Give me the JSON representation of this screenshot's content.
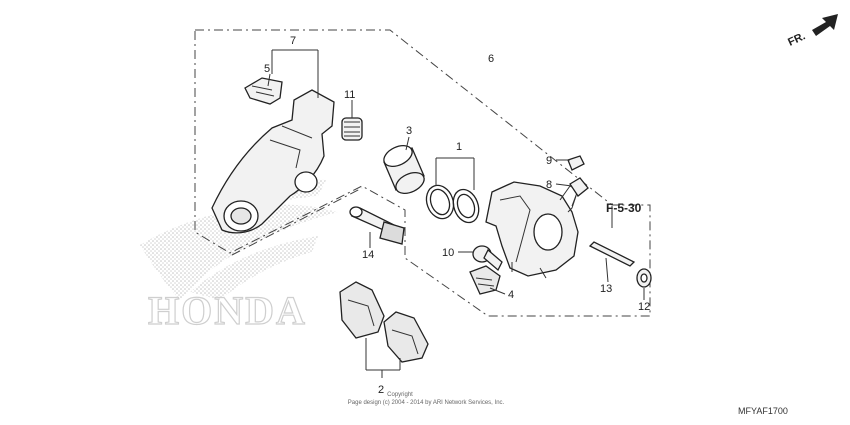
{
  "diagram": {
    "front_indicator": "FR.",
    "reference_page": "F-5-30",
    "diagram_code": "MFYAF1700",
    "watermark": "HONDA",
    "copyright_line_1": "Copyright",
    "copyright_line_2": "Page design (c) 2004 - 2014 by ARI Network Services, Inc.",
    "callouts": {
      "c1": "1",
      "c2": "2",
      "c3": "3",
      "c4": "4",
      "c5": "5",
      "c6": "6",
      "c7": "7",
      "c8": "8",
      "c9": "9",
      "c10": "10",
      "c11": "11",
      "c12": "12",
      "c13": "13",
      "c14": "14"
    },
    "colors": {
      "line": "#222222",
      "part_fill": "#f2f2f2",
      "shadow": "#bdbdbd",
      "watermark": "#cfcfcf"
    }
  }
}
